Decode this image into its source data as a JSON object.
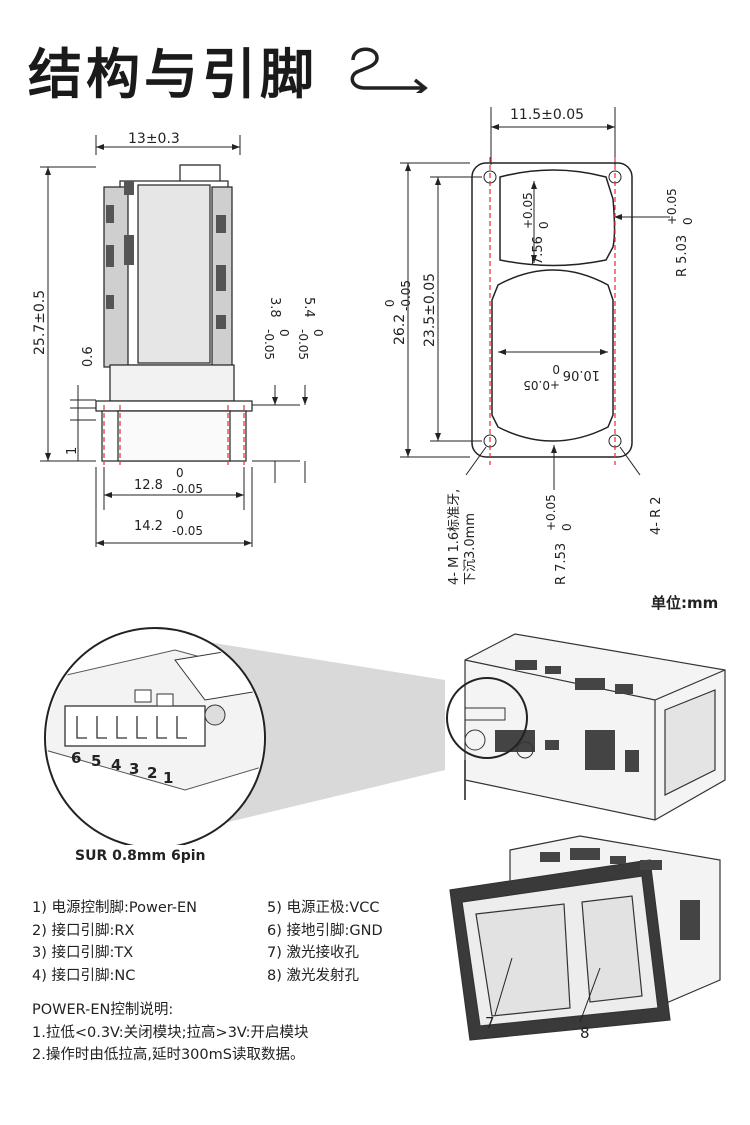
{
  "header": {
    "title": "结构与引脚"
  },
  "unit_label": "单位:mm",
  "side_view": {
    "width_top": "13±0.3",
    "height_total": "25.7±0.5",
    "dim_0_6": "0.6",
    "dim_1": "1",
    "dim_3_8": [
      "3.8",
      "0",
      "-0.05"
    ],
    "dim_5_4": [
      "5.4",
      "0",
      "-0.05"
    ],
    "dim_12_8": [
      "12.8",
      "0",
      "-0.05"
    ],
    "dim_14_2": [
      "14.2",
      "0",
      "-0.05"
    ]
  },
  "front_view": {
    "width_top": "11.5±0.05",
    "height_outer": [
      "26.2",
      "0",
      "-0.05"
    ],
    "height_inner": "23.5±0.05",
    "dim_7_56": [
      "7.56",
      "+0.05",
      "0"
    ],
    "dim_r_5_03": [
      "R 5.03",
      "+0.05",
      "0"
    ],
    "dim_10_06": [
      "10.06",
      "+0.05",
      "0"
    ],
    "holes_note": [
      "4- M 1.6标准牙,",
      "下沉3.0mm"
    ],
    "dim_r_7_53": [
      "R 7.53",
      "+0.05",
      "0"
    ],
    "dim_4_r2": "4- R 2"
  },
  "connector": {
    "pin_numbers": [
      "6",
      "5",
      "4",
      "3",
      "2",
      "1"
    ],
    "label": "SUR 0.8mm  6pin"
  },
  "pins_left": [
    "1) 电源控制脚:Power-EN",
    "2) 接口引脚:RX",
    "3) 接口引脚:TX",
    "4) 接口引脚:NC"
  ],
  "pins_right": [
    "5) 电源正极:VCC",
    "6) 接地引脚:GND",
    "7) 激光接收孔",
    "8) 激光发射孔"
  ],
  "notes": [
    "POWER-EN控制说明:",
    "1.拉低<0.3V:关闭模块;拉高>3V:开启模块",
    "2.操作时由低拉高,延时300mS读取数据。"
  ],
  "callouts": {
    "receiver": "7",
    "emitter": "8"
  }
}
